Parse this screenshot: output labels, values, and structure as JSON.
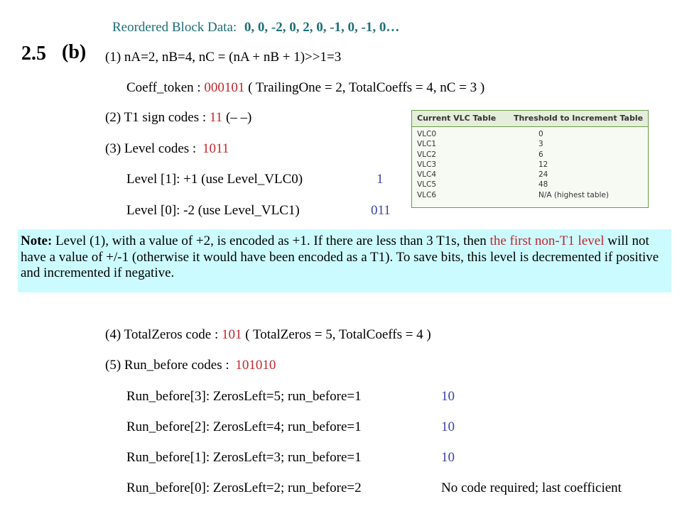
{
  "header": {
    "reordered_label": "Reordered Block Data:",
    "reordered_values": "0, 0, -2, 0, 2, 0, -1, 0, -1, 0…"
  },
  "section": {
    "number": "2.5",
    "part": "(b)"
  },
  "steps": {
    "s1": {
      "text": "(1) nA=2, nB=4, nC = (nA + nB + 1)>>1=3"
    },
    "coeff": {
      "prefix": "Coeff_token :",
      "code": "000101",
      "suffix": "( TrailingOne = 2, TotalCoeffs = 4, nC = 3 )"
    },
    "s2": {
      "prefix": "(2) T1 sign codes :",
      "code": "11",
      "suffix": "(– –)"
    },
    "s3": {
      "prefix": "(3) Level codes :",
      "code": "1011"
    },
    "level1": {
      "text": "Level [1]: +1 (use Level_VLC0)",
      "code": "1"
    },
    "level0": {
      "text": "Level [0]: -2  (use Level_VLC1)",
      "code": "011"
    },
    "s4": {
      "prefix": "(4) TotalZeros code :",
      "code": "101",
      "suffix": "( TotalZeros = 5, TotalCoeffs = 4 )"
    },
    "s5": {
      "prefix": "(5) Run_before codes :",
      "code": "101010"
    },
    "rb3": {
      "text": "Run_before[3]: ZerosLeft=5; run_before=1",
      "code": "10"
    },
    "rb2": {
      "text": "Run_before[2]: ZerosLeft=4; run_before=1",
      "code": "10"
    },
    "rb1": {
      "text": "Run_before[1]: ZerosLeft=3; run_before=1",
      "code": "10"
    },
    "rb0": {
      "text": "Run_before[0]: ZerosLeft=2; run_before=2",
      "code": "No code required; last coefficient"
    }
  },
  "vlc_table": {
    "header": [
      "Current VLC Table",
      "Threshold to Increment Table"
    ],
    "rows": [
      [
        "VLC0",
        "0"
      ],
      [
        "VLC1",
        "3"
      ],
      [
        "VLC2",
        "6"
      ],
      [
        "VLC3",
        "12"
      ],
      [
        "VLC4",
        "24"
      ],
      [
        "VLC5",
        "48"
      ],
      [
        "VLC6",
        "N/A (highest table)"
      ]
    ]
  },
  "note": {
    "label": "Note:",
    "text_a": " Level (1), with a value of +2, is encoded as +1. If there are less than 3 T1s, then ",
    "highlight": "the first non-T1 level",
    "text_b": " will not have a value of +/-1 (otherwise it would have been encoded as a T1). To save bits, this level is decremented if positive and incremented if negative."
  },
  "colors": {
    "code_red": "#c0272d",
    "code_blue": "#3b43a8",
    "note_bg": "#ccfbff",
    "table_border": "#6b9a4a"
  }
}
